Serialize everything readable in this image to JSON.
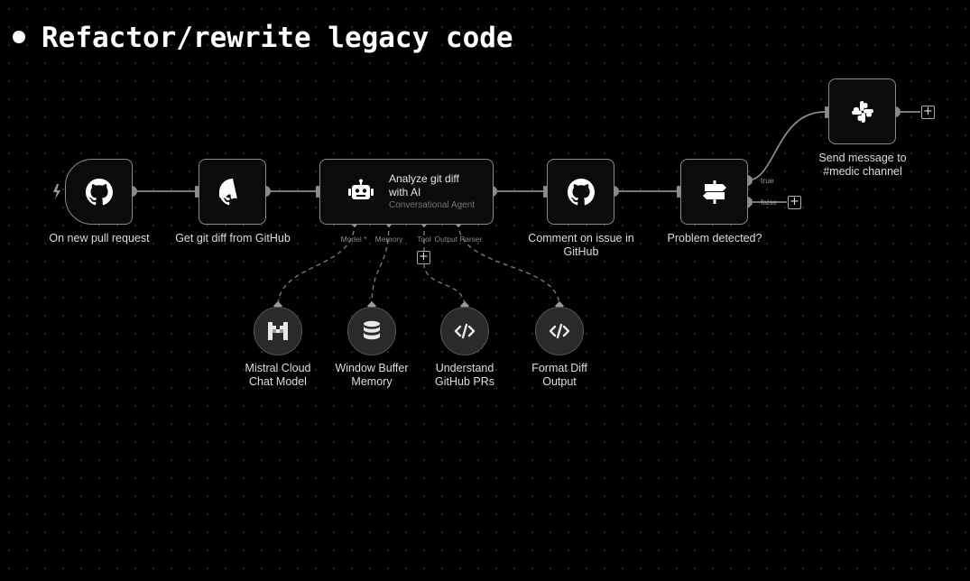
{
  "heading": "Refactor/rewrite legacy code",
  "nodes": {
    "trigger": {
      "label": "On new pull request",
      "icon": "github-icon"
    },
    "get_diff": {
      "label": "Get git diff from GitHub",
      "icon": "github-icon"
    },
    "agent": {
      "title": "Analyze git diff with AI",
      "subtitle": "Conversational Agent",
      "icon": "robot-icon"
    },
    "comment": {
      "label_line1": "Comment on issue in",
      "label_line2": "GitHub",
      "icon": "github-icon"
    },
    "if": {
      "label": "Problem detected?",
      "icon": "signpost-icon",
      "true_label": "true",
      "false_label": "false"
    },
    "slack": {
      "label_line1": "Send message to",
      "label_line2": "#medic channel",
      "icon": "slack-icon"
    }
  },
  "agent_slots": [
    "Model *",
    "Memory",
    "Tool",
    "Output Parser"
  ],
  "sub_nodes": [
    {
      "line1": "Mistral Cloud",
      "line2": "Chat Model",
      "icon": "mistral-icon"
    },
    {
      "line1": "Window Buffer",
      "line2": "Memory",
      "icon": "database-icon"
    },
    {
      "line1": "Understand",
      "line2": "GitHub PRs",
      "icon": "code-icon"
    },
    {
      "line1": "Format Diff",
      "line2": "Output",
      "icon": "code-icon"
    }
  ],
  "colors": {
    "background": "#000000",
    "node_border": "#8a8a8a",
    "wire": "#8a8a8a",
    "sub_node_fill": "#2a2a2a"
  }
}
